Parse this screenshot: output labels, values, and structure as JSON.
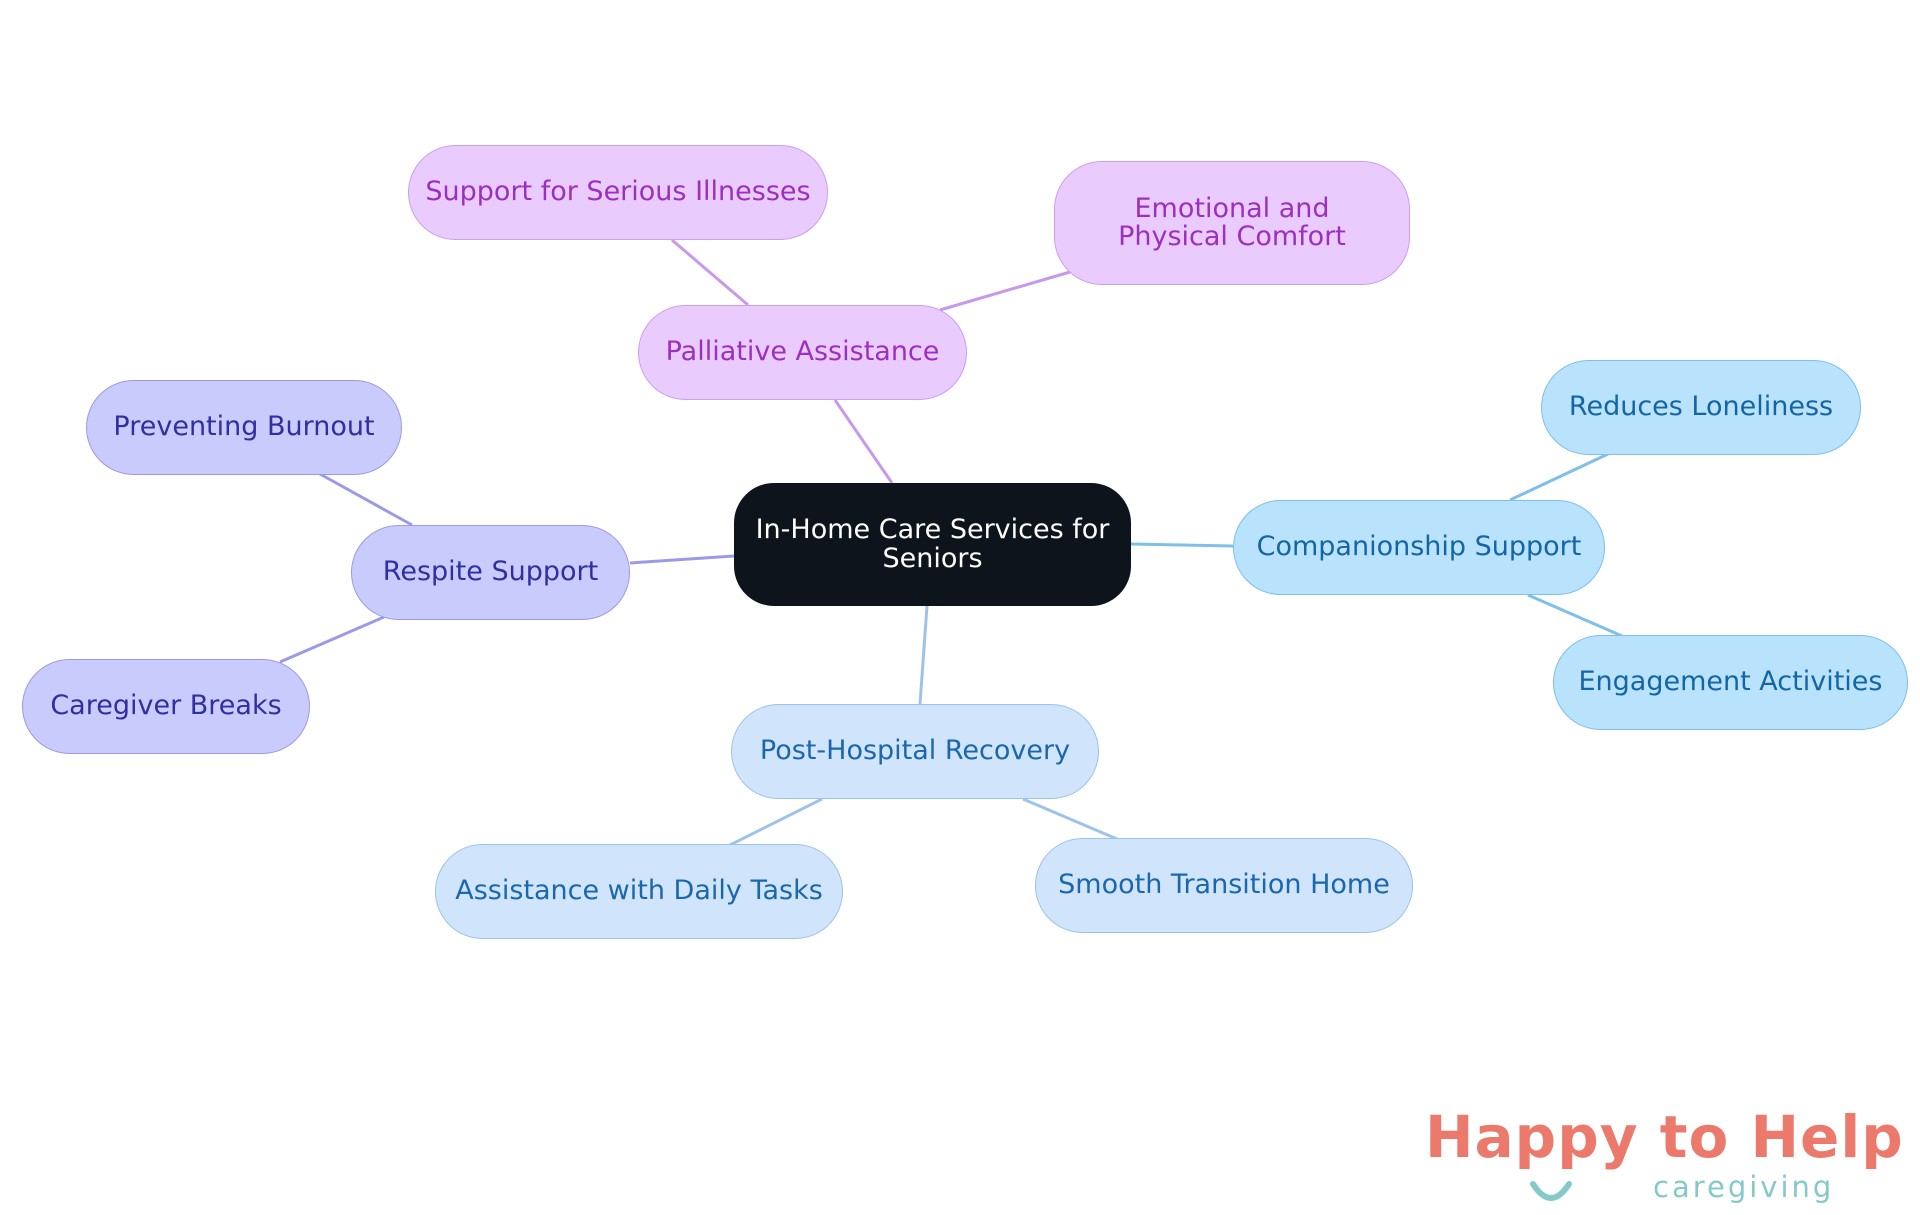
{
  "diagram": {
    "center": "In-Home Care Services for Seniors",
    "branches": [
      {
        "label": "Palliative Assistance",
        "children": [
          "Support for Serious Illnesses",
          "Emotional and Physical Comfort"
        ]
      },
      {
        "label": "Respite Support",
        "children": [
          "Preventing Burnout",
          "Caregiver Breaks"
        ]
      },
      {
        "label": "Companionship Support",
        "children": [
          "Reduces Loneliness",
          "Engagement Activities"
        ]
      },
      {
        "label": "Post-Hospital Recovery",
        "children": [
          "Assistance with Daily Tasks",
          "Smooth Transition Home"
        ]
      }
    ]
  },
  "logo": {
    "title": "Happy to Help",
    "subtitle": "caregiving"
  },
  "colors": {
    "center_fill": "#0d141c",
    "palliative_fill": "#e9ccfd",
    "palliative_line": "#c898ea",
    "respite_fill": "#cacbfd",
    "respite_line": "#9b9ae8",
    "companionship_fill": "#b9e2fd",
    "companionship_line": "#7fbfea",
    "recovery_fill": "#d0e5fb",
    "recovery_line": "#9dc3ea",
    "logo_primary": "#ec7a6c",
    "logo_secondary": "#86c9c9"
  }
}
